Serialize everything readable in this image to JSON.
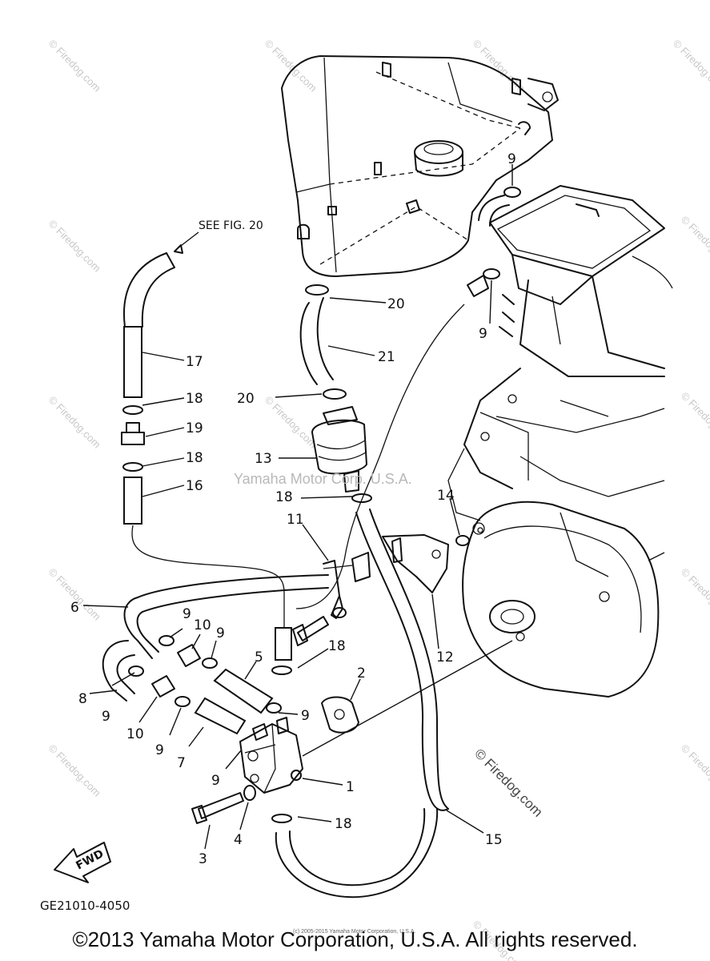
{
  "diagram": {
    "ref_note": "SEE FIG. 20",
    "drawing_code": "GE21010-4050",
    "watermark_center": "Yamaha Motor Corp. U.S.A.",
    "watermark_site": "© Firedog.com",
    "watermark_repeat": "© Firedog.com",
    "fwd_label": "FWD",
    "callouts": {
      "c1": "1",
      "c2": "2",
      "c3": "3",
      "c4": "4",
      "c5": "5",
      "c6": "6",
      "c7": "7",
      "c8": "8",
      "c9a": "9",
      "c9b": "9",
      "c9c": "9",
      "c9d": "9",
      "c9e": "9",
      "c9f": "9",
      "c9g": "9",
      "c9h": "9",
      "c10a": "10",
      "c10b": "10",
      "c11": "11",
      "c12": "12",
      "c13": "13",
      "c14": "14",
      "c15": "15",
      "c16": "16",
      "c17": "17",
      "c18a": "18",
      "c18b": "18",
      "c18c": "18",
      "c18d": "18",
      "c18e": "18",
      "c19": "19",
      "c20a": "20",
      "c20b": "20",
      "c21": "21"
    }
  },
  "footer": {
    "copyright": "©2013 Yamaha Motor Corporation, U.S.A. All rights reserved.",
    "fine_print": "(c) 2005-2015 Yamaha Motor Corporation, U.S.A."
  }
}
